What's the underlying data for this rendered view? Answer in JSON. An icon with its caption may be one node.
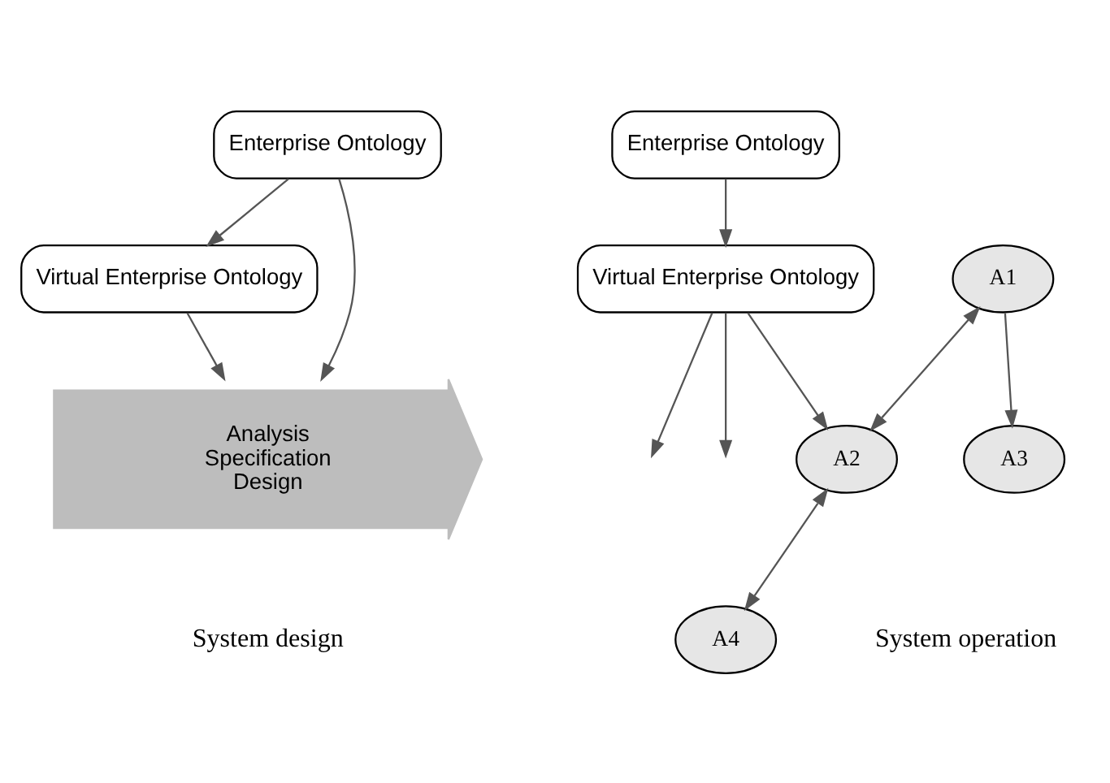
{
  "diagram": {
    "nodes": [
      {
        "text": [
          "Enterprise Ontology"
        ]
      },
      {
        "text": [
          "Virtual Enterprise Ontology"
        ]
      },
      {
        "text": [
          "Analysis",
          "Specification",
          "Design"
        ]
      },
      {
        "text": [
          "Enterprise Ontology"
        ]
      },
      {
        "text": [
          "Virtual Enterprise Ontology"
        ]
      },
      {
        "text": [
          "A1"
        ]
      },
      {
        "text": [
          "A2"
        ]
      },
      {
        "text": [
          "A3"
        ]
      },
      {
        "text": [
          "A4"
        ]
      }
    ],
    "edges": [
      {
        "from": 0,
        "to": 1,
        "arrow": "to"
      },
      {
        "from": 0,
        "to": 2,
        "arrow": "to"
      },
      {
        "from": 1,
        "to": 2,
        "arrow": "to"
      },
      {
        "from": 3,
        "to": 4,
        "arrow": "to"
      },
      {
        "from": 4,
        "to": null,
        "arrow": "to"
      },
      {
        "from": 4,
        "to": 6,
        "arrow": "to"
      },
      {
        "from": 4,
        "to": null,
        "arrow": "to"
      },
      {
        "from": 5,
        "to": 7,
        "arrow": "to"
      },
      {
        "from": 6,
        "to": 8,
        "arrow": "both"
      },
      {
        "from": 5,
        "to": 6,
        "arrow": "both"
      }
    ],
    "labels": [
      "System design",
      "System operation"
    ]
  }
}
